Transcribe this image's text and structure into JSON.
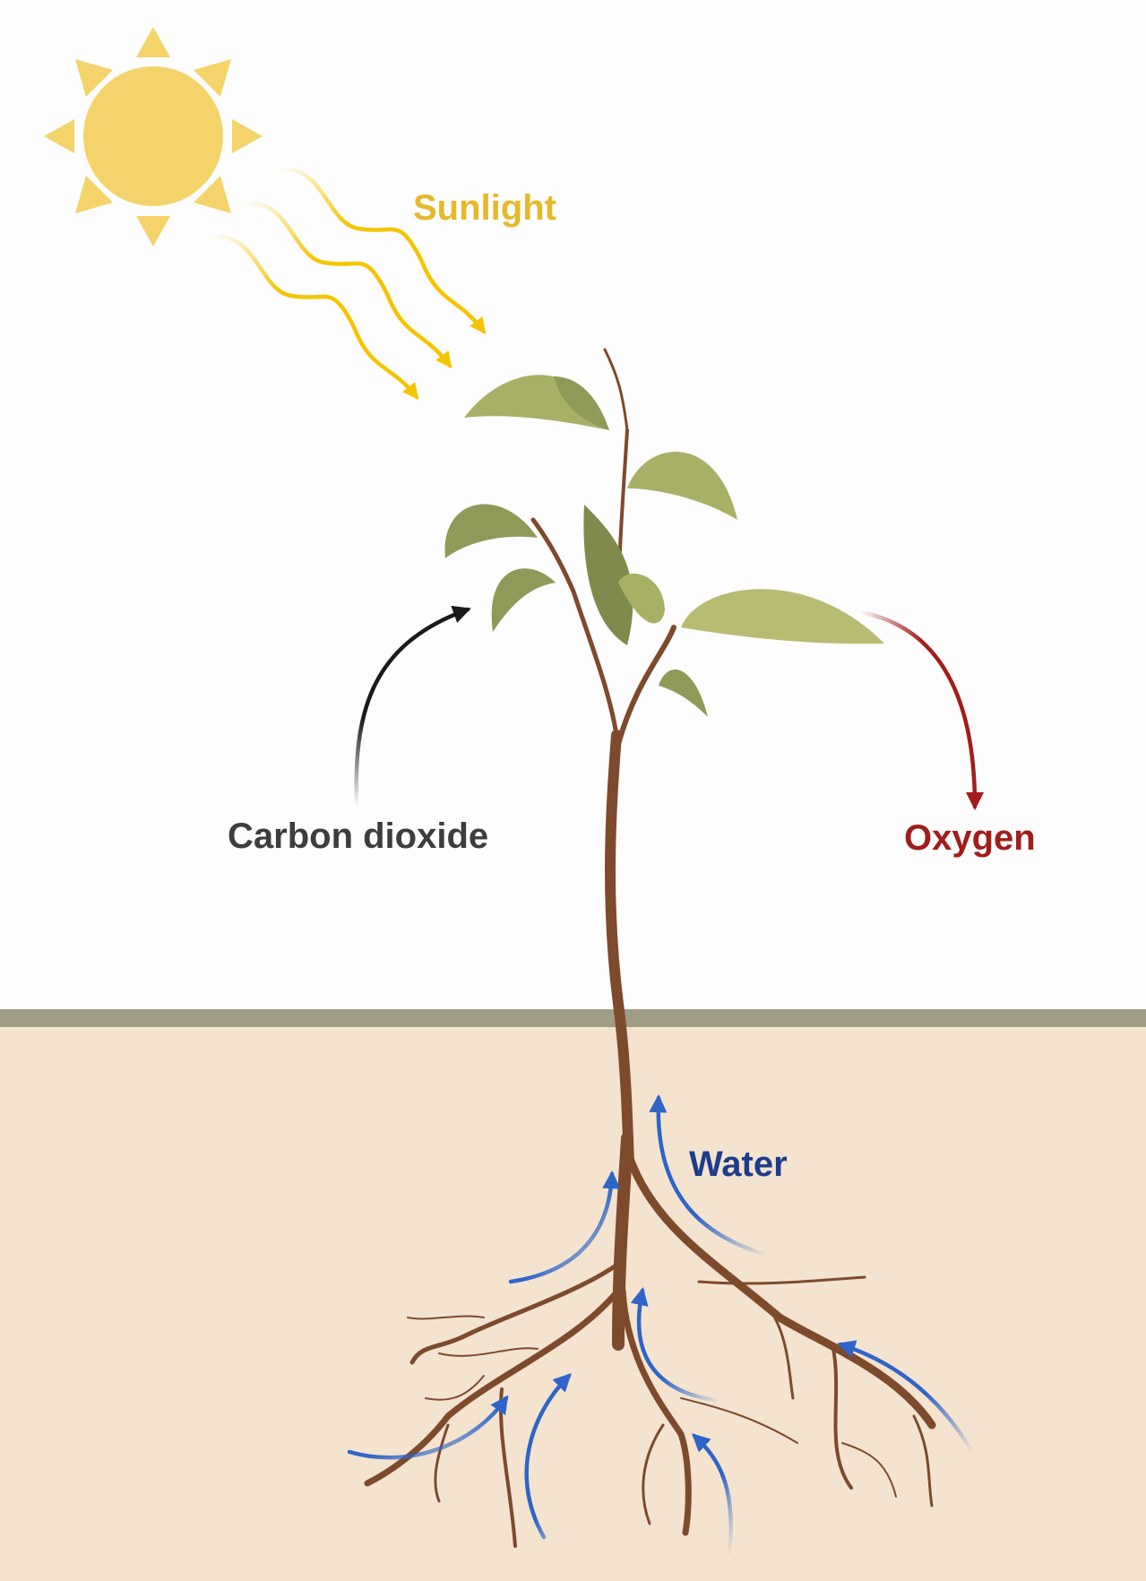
{
  "labels": {
    "sunlight": "Sunlight",
    "carbon_dioxide": "Carbon dioxide",
    "oxygen": "Oxygen",
    "water": "Water"
  },
  "colors": {
    "sky": "#fdfdfd",
    "soil": "#f4e4cf",
    "ground_line": "#a09d86",
    "sun": "#f4d46a",
    "sun_rays": "#f5c400",
    "stem": "#7e4a2c",
    "leaf": "#a8b066",
    "leaf_dark": "#8f9a58",
    "sunlight_text": "#e6b92a",
    "carbon_dioxide_text": "#3d3d3d",
    "carbon_dioxide_arrow": "#1a1a1a",
    "oxygen": "#a31c1c",
    "water_text": "#1c3c8c",
    "water_arrow": "#2f64c8"
  }
}
